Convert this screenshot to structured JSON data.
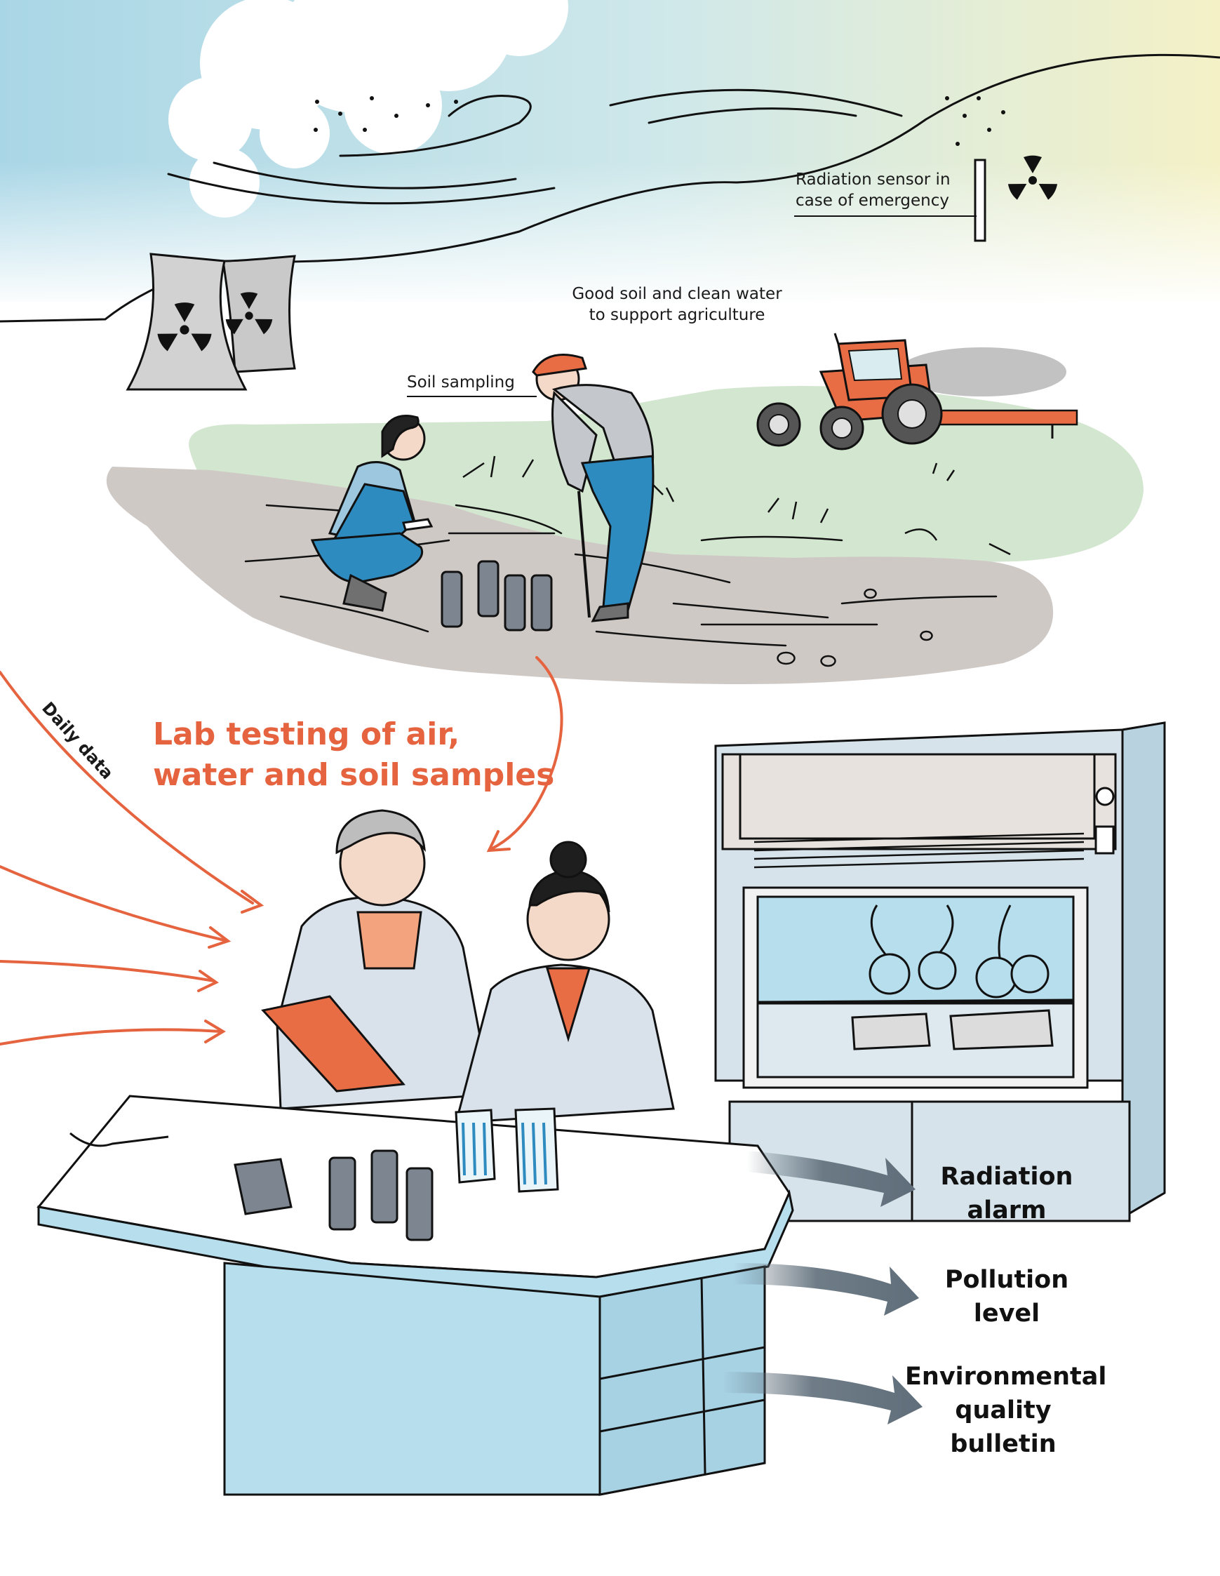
{
  "labels": {
    "radiation_sensor_line1": "Radiation sensor in",
    "radiation_sensor_line2": "case of emergency",
    "agriculture_line1": "Good soil and clean water",
    "agriculture_line2": "to support agriculture",
    "soil_sampling": "Soil sampling",
    "daily_data": "Daily data",
    "lab_testing_line1": "Lab testing of air,",
    "lab_testing_line2": "water and soil samples"
  },
  "outcomes": [
    {
      "line1": "Radiation",
      "line2": "alarm"
    },
    {
      "line1": "Pollution",
      "line2": "level"
    },
    {
      "line1": "Environmental",
      "line2": "quality",
      "line3": "bulletin"
    }
  ],
  "colors": {
    "accent_orange": "#e5643f",
    "sky_blue": "#a9d6e6",
    "sky_yellow": "#f4f1c6",
    "soil_gray": "#cfc9c6",
    "grass_green": "#d3e6cf",
    "lab_blue": "#b7deed",
    "arrow_gray": "#5f6e7a"
  },
  "icons": [
    "radiation-trefoil-icon",
    "cooling-tower",
    "tractor",
    "lab-bench",
    "fume-hood"
  ]
}
